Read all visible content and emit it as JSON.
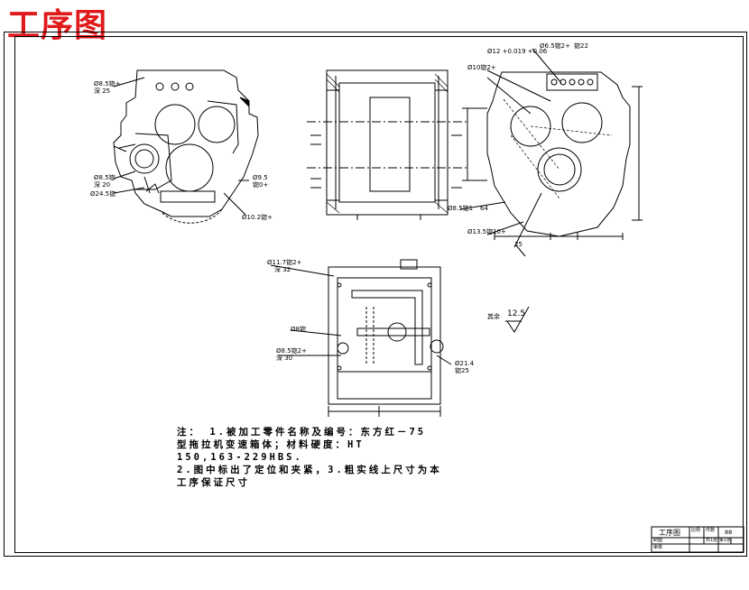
{
  "header": {
    "title": "工序图"
  },
  "notes": {
    "line1": "注：  1.被加工零件名称及编号：东方红－75",
    "line2": "型拖拉机变速箱体；材料硬度：HT",
    "line3": "150,163-229HBS.",
    "line4": "2.图中标出了定位和夹紧，3.粗实线上尺寸为本",
    "line5": "工序保证尺寸"
  },
  "annotations": {
    "a1": "Ø8.5锪+",
    "a2": "深 25",
    "a3": "Ø8.5锪",
    "a4": "深 20",
    "a5": "Ø24.5锪",
    "a6": "Ø9.5",
    "a7": "锪0+",
    "a8": "Ø10.2锪+",
    "a9": "Ø12 +0.019 +0.06",
    "a10": "Ø10锪2+",
    "a11": "Ø6.5锪2+",
    "a12": "锪22",
    "a13": "Ø8.5锪1",
    "a14": "64",
    "a15": "Ø13.5锪10+",
    "a16": "Ø11.7锪2+",
    "a17": "深 32",
    "a18": "Ø8锪",
    "a19": "Ø8.5锪2+",
    "a20": "深 30",
    "a21": "Ø21.4",
    "a22": "锪25",
    "a23": "12.5",
    "a24": "其余",
    "a25": "25"
  },
  "title_block": {
    "name": "工序图",
    "cell1": "比例",
    "cell2": "件数",
    "cell3": "88",
    "cell4": "制图",
    "cell5": "审核",
    "cell6": "共1张 第1张"
  }
}
